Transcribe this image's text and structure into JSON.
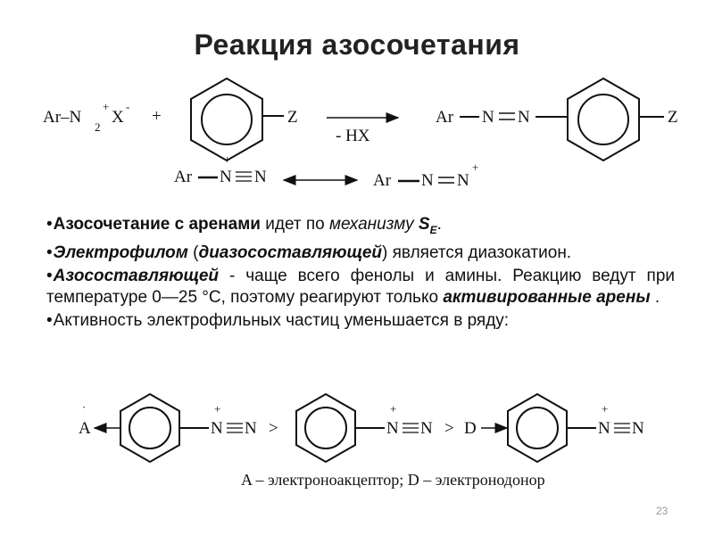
{
  "slide": {
    "title": "Реакция азосочетания",
    "page_number": "23"
  },
  "reaction": {
    "reagent_ar_n2": "Ar–N",
    "reagent_sub2": "2",
    "reagent_plus": "+",
    "reagent_x": "X",
    "reagent_minus": "-",
    "plus_sign": "+",
    "substituent": "Z",
    "arrow_label": "- HX",
    "product_ar": "Ar",
    "product_n1": "N",
    "product_n2": "N",
    "product_z": "Z"
  },
  "resonance": {
    "left_ar": "Ar",
    "left_n1": "N",
    "left_n2": "N",
    "left_charge": "+",
    "right_ar": "Ar",
    "right_n1": "N",
    "right_n2": "N",
    "right_charge": "+"
  },
  "bullets": [
    {
      "marker": "•",
      "parts": [
        {
          "text": "Азосочетание с аренами",
          "style": "bold"
        },
        {
          "text": " идет по ",
          "style": "normal"
        },
        {
          "text": "механизму ",
          "style": "italic"
        },
        {
          "text": "S",
          "style": "bold-italic"
        },
        {
          "text": "E",
          "style": "sub-bold-italic"
        },
        {
          "text": ".",
          "style": "normal"
        }
      ]
    },
    {
      "marker": "•",
      "parts": [
        {
          "text": "Электрофилом",
          "style": "bold-italic"
        },
        {
          "text": " (",
          "style": "normal"
        },
        {
          "text": "диазосоставляющей",
          "style": "bold-italic"
        },
        {
          "text": ") является диазокатион.",
          "style": "normal"
        }
      ]
    },
    {
      "marker": "•",
      "parts": [
        {
          "text": "Азосоставляющей",
          "style": "bold-italic"
        },
        {
          "text": " - чаще всего фенолы и амины. Реакцию ведут при температуре 0—25 °С, поэтому реагируют только ",
          "style": "normal"
        },
        {
          "text": "активированные арены",
          "style": "bold-italic"
        },
        {
          "text": " .",
          "style": "normal"
        }
      ]
    },
    {
      "marker": "•",
      "parts": [
        {
          "text": "Активность электрофильных частиц уменьшается в ряду:",
          "style": "normal"
        }
      ]
    }
  ],
  "series": {
    "a_label": "A",
    "a_dot": "·",
    "charge": "+",
    "n1": "N",
    "n2": "N",
    "gt1": ">",
    "gt2": ">",
    "d_label": "D"
  },
  "legend": "A – электроноакцептор; D – электронодонор"
}
